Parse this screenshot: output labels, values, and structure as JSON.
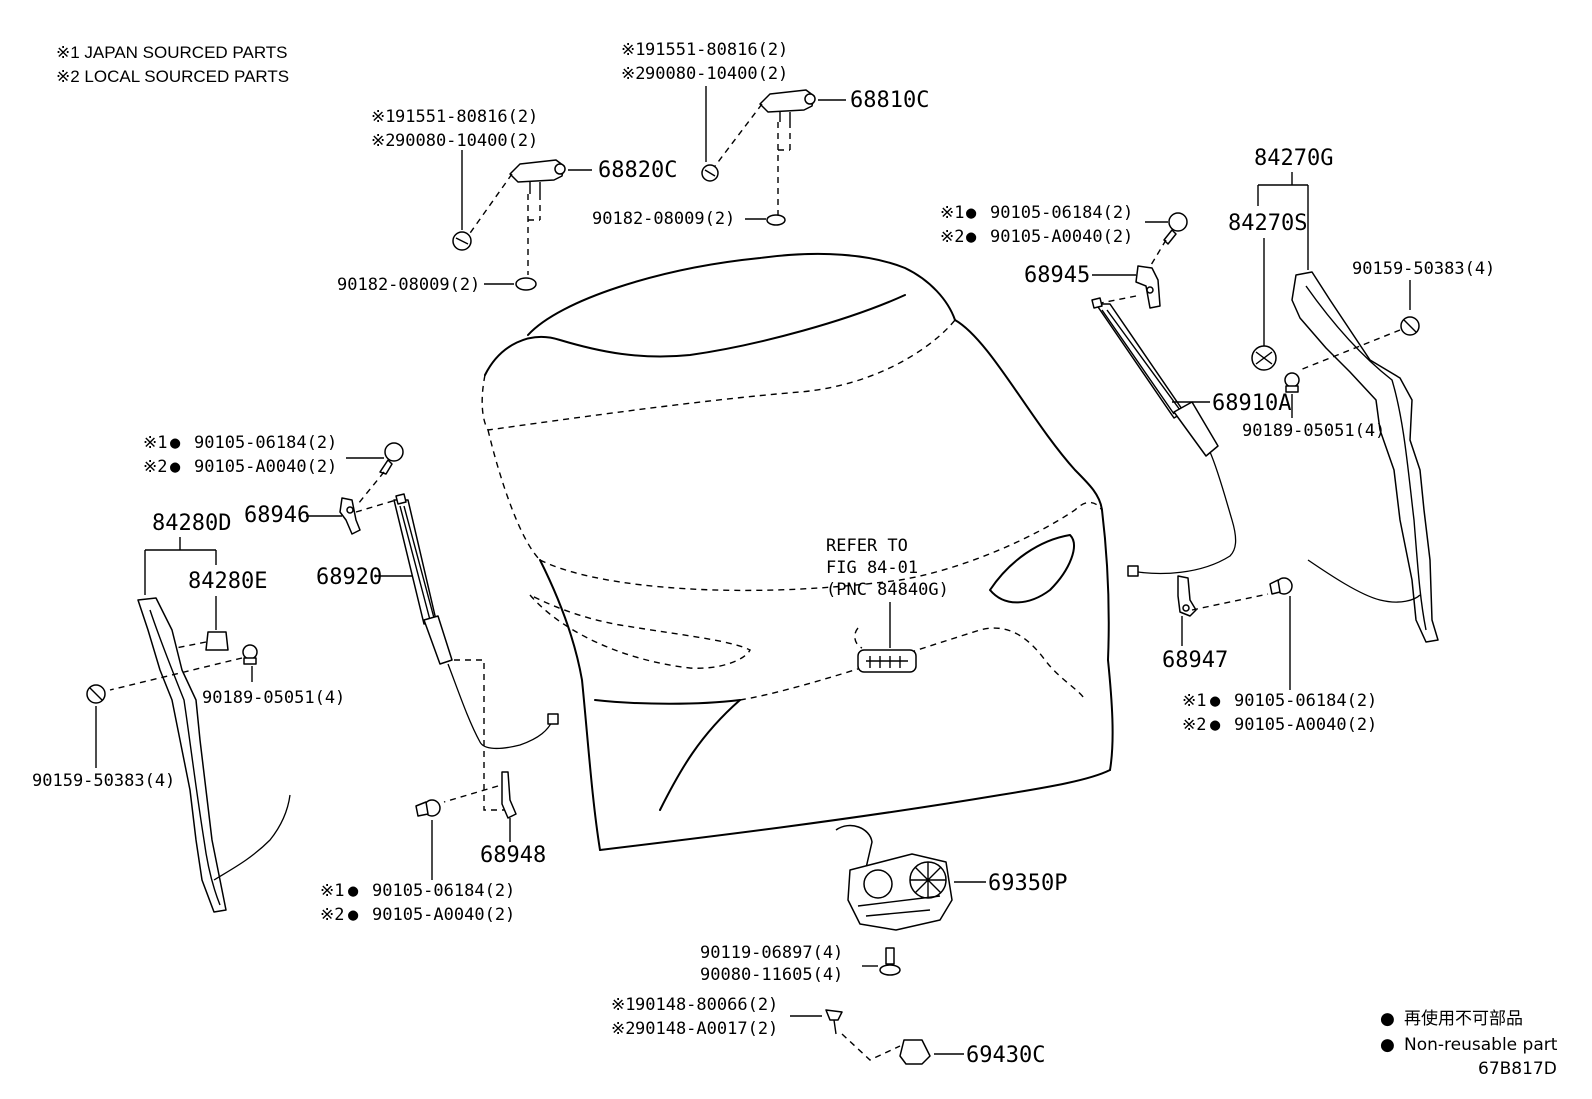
{
  "notes": {
    "japan": "※1 JAPAN SOURCED PARTS",
    "local": "※2 LOCAL SOURCED PARTS"
  },
  "mark": {
    "s1": "※1",
    "s2": "※2",
    "dot": "●"
  },
  "callouts": {
    "top_bracket_r": {
      "a": "91551-80816(2)",
      "b": "90080-10400(2)",
      "pnc": "68810C",
      "nut": "90182-08009(2)"
    },
    "top_bracket_l": {
      "a": "91551-80816(2)",
      "b": "90080-10400(2)",
      "pnc": "68820C",
      "nut": "90182-08009(2)"
    },
    "bolt_68945": {
      "a": "90105-06184(2)",
      "b": "90105-A0040(2)",
      "pnc": "68945"
    },
    "trim_r": {
      "pnc": "84270G",
      "sub": "84270S",
      "screw": "90159-50383(4)",
      "clip": "90189-05051(4)"
    },
    "strut_r": {
      "pnc": "68910A"
    },
    "bolt_68946": {
      "a": "90105-06184(2)",
      "b": "90105-A0040(2)",
      "pnc": "68946"
    },
    "trim_l": {
      "pnc": "84280D",
      "sub": "84280E",
      "clip": "90189-05051(4)",
      "screw": "90159-50383(4)"
    },
    "strut_l": {
      "pnc": "68920"
    },
    "refer": {
      "l1": "REFER TO",
      "l2": "FIG 84-01",
      "l3": "(PNC 84840G)"
    },
    "bolt_68947": {
      "pnc": "68947",
      "a": "90105-06184(2)",
      "b": "90105-A0040(2)"
    },
    "bolt_68948": {
      "pnc": "68948",
      "a": "90105-06184(2)",
      "b": "90105-A0040(2)"
    },
    "motor": {
      "pnc": "69350P",
      "a": "90119-06897(4)",
      "b": "90080-11605(4)"
    },
    "clip_69430": {
      "a": "90148-80066(2)",
      "b": "90148-A0017(2)",
      "pnc": "69430C"
    }
  },
  "legend": {
    "jp": "再使用不可部品",
    "en": "Non-reusable part",
    "code": "67B817D"
  }
}
